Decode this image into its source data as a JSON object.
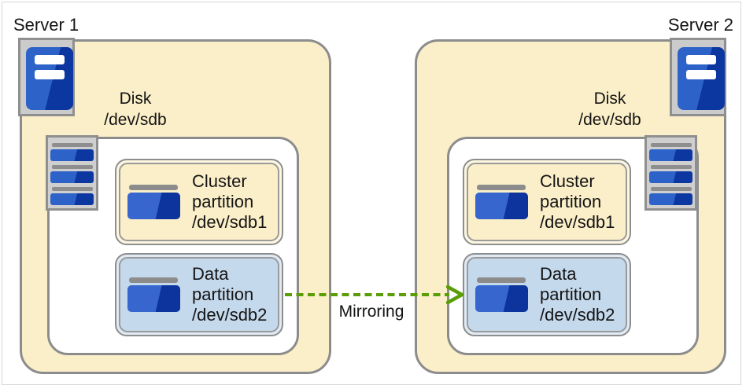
{
  "mirroring": {
    "label": "Mirroring",
    "style": "dashed-arrow",
    "direction": "server1-data-partition-to-server2-data-partition",
    "color": "#5a9e06"
  },
  "servers": [
    {
      "label": "Server 1",
      "disk": {
        "label_line1": "Disk",
        "label_line2": "/dev/sdb",
        "partitions": [
          {
            "name_line1": "Cluster",
            "name_line2": "partition",
            "device": "/dev/sdb1"
          },
          {
            "name_line1": "Data",
            "name_line2": "partition",
            "device": "/dev/sdb2"
          }
        ]
      }
    },
    {
      "label": "Server 2",
      "disk": {
        "label_line1": "Disk",
        "label_line2": "/dev/sdb",
        "partitions": [
          {
            "name_line1": "Cluster",
            "name_line2": "partition",
            "device": "/dev/sdb1"
          },
          {
            "name_line1": "Data",
            "name_line2": "partition",
            "device": "/dev/sdb2"
          }
        ]
      }
    }
  ],
  "icons": {
    "server": "server-tower-icon",
    "disk": "disk-stack-icon",
    "partition": "partition-icon"
  },
  "colors": {
    "server_fill": "#fbefc9",
    "box_border": "#8c8c8c",
    "disk_fill": "#ffffff",
    "cluster_partition_fill": "#fbefc9",
    "data_partition_fill": "#c5d9ec",
    "icon_blue_light": "#2d62c9",
    "icon_blue_dark": "#0d37a0",
    "icon_gray_fill": "#cfcfcf",
    "icon_gray_border": "#8f8f8f",
    "arrow_green": "#5a9e06",
    "canvas_border": "#d5d5d5",
    "text": "#141414"
  }
}
